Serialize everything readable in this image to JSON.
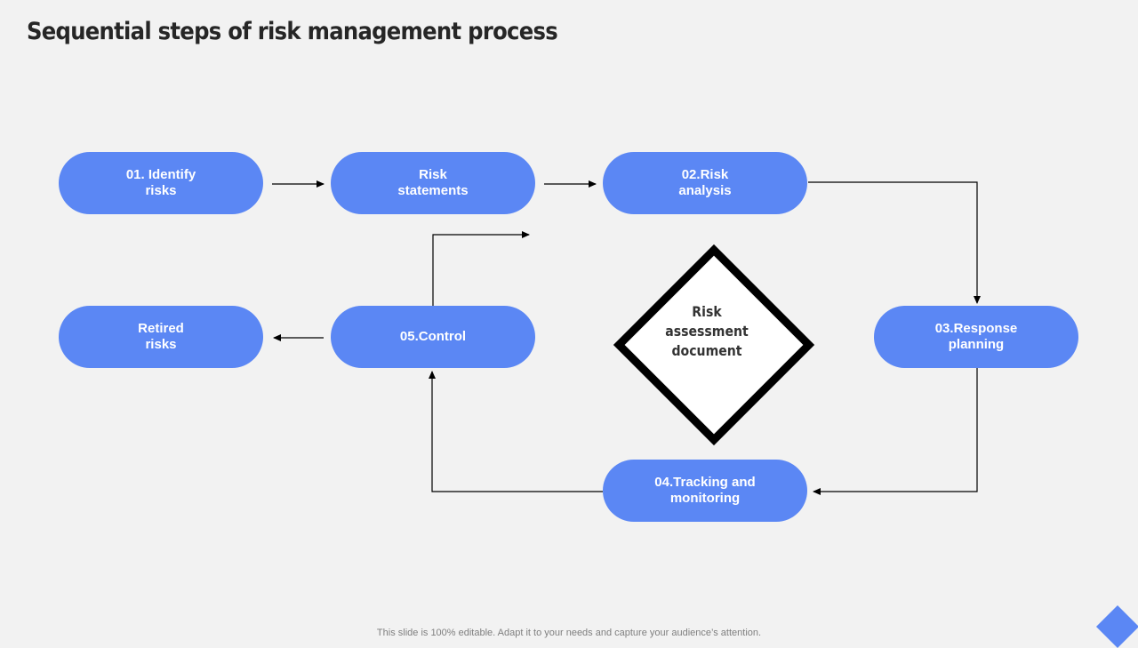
{
  "slide": {
    "title": "Sequential steps of risk management process",
    "footer": "This slide is 100% editable. Adapt it to your needs and capture your audience’s attention."
  },
  "colors": {
    "background": "#f2f2f2",
    "node_fill": "#5b87f4",
    "node_text": "#ffffff",
    "title_text": "#262626",
    "connector": "#000000",
    "diamond_fill": "#ffffff",
    "diamond_border": "#000000"
  },
  "diagram": {
    "nodes": [
      {
        "id": "identify",
        "label": "01. Identify\nrisks"
      },
      {
        "id": "statements",
        "label": "Risk\nstatements"
      },
      {
        "id": "analysis",
        "label": "02.Risk\nanalysis"
      },
      {
        "id": "retired",
        "label": "Retired\nrisks"
      },
      {
        "id": "control",
        "label": "05.Control"
      },
      {
        "id": "response",
        "label": "03.Response\nplanning"
      },
      {
        "id": "tracking",
        "label": "04.Tracking and\nmonitoring"
      }
    ],
    "center": {
      "label": "Risk\nassessment\ndocument"
    },
    "edges": [
      {
        "from": "identify",
        "to": "statements"
      },
      {
        "from": "statements",
        "to": "analysis"
      },
      {
        "from": "analysis",
        "to": "response"
      },
      {
        "from": "response",
        "to": "tracking"
      },
      {
        "from": "tracking",
        "to": "control"
      },
      {
        "from": "control",
        "to": "retired"
      },
      {
        "from": "control",
        "to": "statements"
      }
    ]
  }
}
